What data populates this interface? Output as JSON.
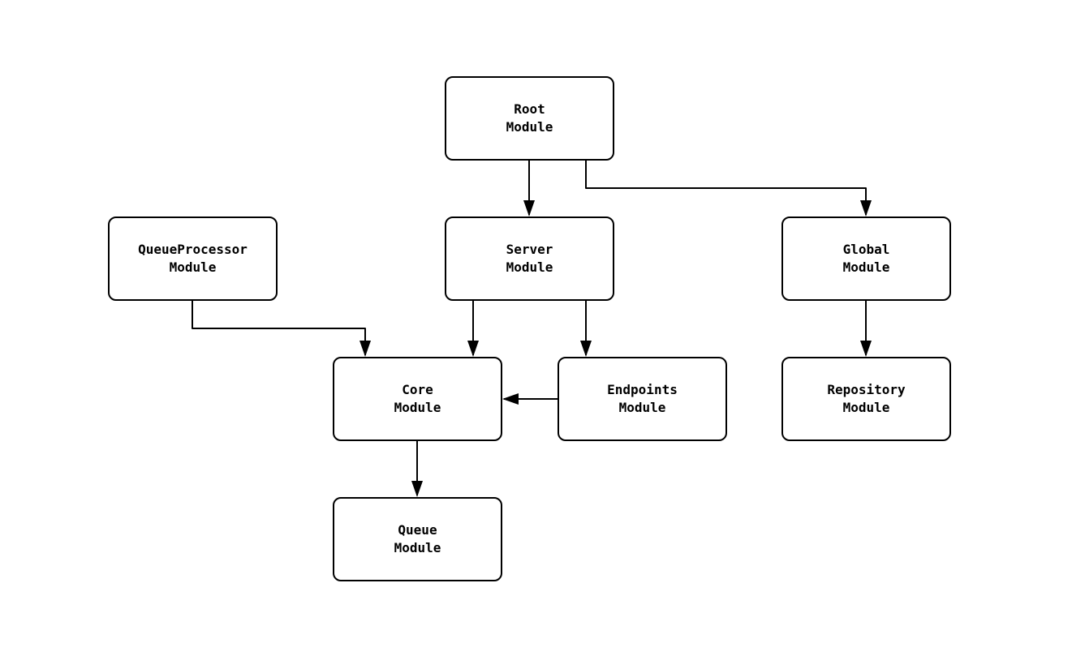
{
  "diagram": {
    "type": "module-dependency-graph",
    "colors": {
      "background": "#ffffff",
      "node_fill": "#ffffff",
      "node_border": "#000000",
      "edge": "#000000",
      "text": "#000000"
    },
    "nodes": [
      {
        "id": "root",
        "line1": "Root",
        "line2": "Module"
      },
      {
        "id": "queueprocessor",
        "line1": "QueueProcessor",
        "line2": "Module"
      },
      {
        "id": "server",
        "line1": "Server",
        "line2": "Module"
      },
      {
        "id": "global",
        "line1": "Global",
        "line2": "Module"
      },
      {
        "id": "core",
        "line1": "Core",
        "line2": "Module"
      },
      {
        "id": "endpoints",
        "line1": "Endpoints",
        "line2": "Module"
      },
      {
        "id": "repository",
        "line1": "Repository",
        "line2": "Module"
      },
      {
        "id": "queue",
        "line1": "Queue",
        "line2": "Module"
      }
    ],
    "edges": [
      {
        "from": "root",
        "to": "server"
      },
      {
        "from": "root",
        "to": "global"
      },
      {
        "from": "queueprocessor",
        "to": "core"
      },
      {
        "from": "server",
        "to": "core"
      },
      {
        "from": "server",
        "to": "endpoints"
      },
      {
        "from": "endpoints",
        "to": "core"
      },
      {
        "from": "global",
        "to": "repository"
      },
      {
        "from": "core",
        "to": "queue"
      }
    ]
  }
}
